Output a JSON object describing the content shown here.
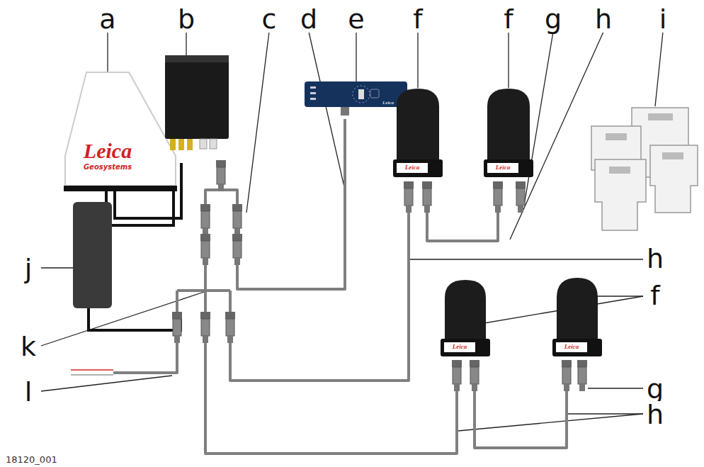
{
  "diagram": {
    "labels": [
      "a",
      "b",
      "c",
      "d",
      "e",
      "f",
      "f",
      "g",
      "h",
      "i",
      "j",
      "h",
      "f",
      "k",
      "l",
      "g",
      "h",
      "18120_001",
      "Leica",
      "Geosystems",
      "Leica",
      "Leica",
      "Leica",
      "Leica",
      "Leica"
    ]
  }
}
